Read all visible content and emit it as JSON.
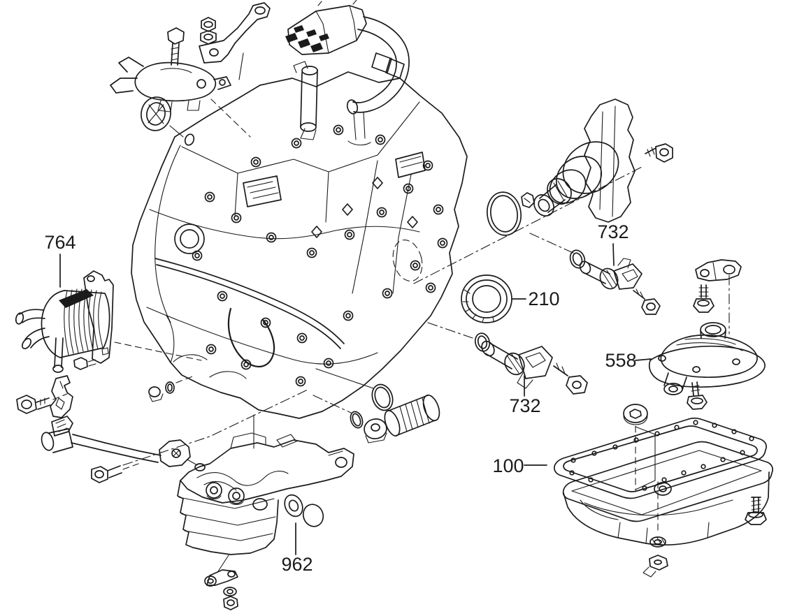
{
  "diagram": {
    "background": "#ffffff",
    "line_color": "#1b1b1b",
    "callouts": [
      {
        "label": "764"
      },
      {
        "label": "732"
      },
      {
        "label": "210"
      },
      {
        "label": "558"
      },
      {
        "label": "732"
      },
      {
        "label": "100"
      },
      {
        "label": "962"
      }
    ]
  }
}
